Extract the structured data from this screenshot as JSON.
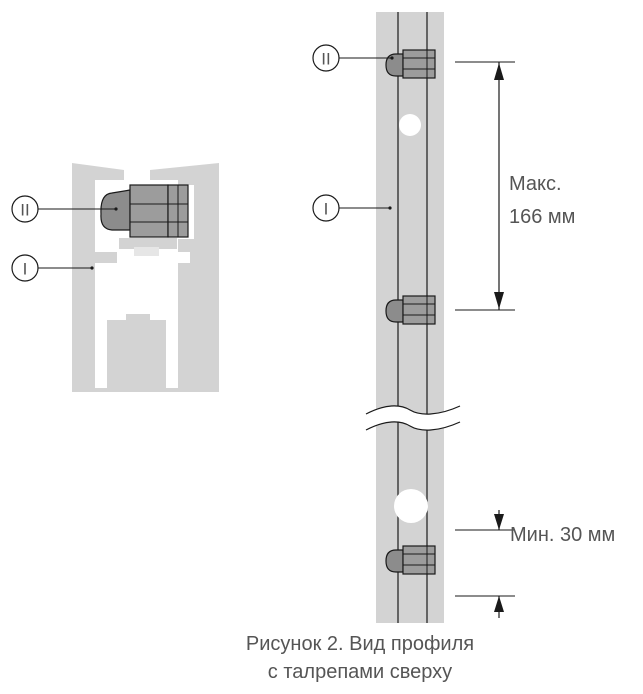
{
  "figure": {
    "callouts": {
      "part_one": "I",
      "part_two": "II"
    },
    "dimensions": {
      "max_line1": "Макс.",
      "max_line2": "166 мм",
      "min": "Мин. 30 мм"
    },
    "caption": {
      "line1": "Рисунок 2. Вид профиля",
      "line2": "с талрепами сверху"
    },
    "colors": {
      "profile": "#d3d3d3",
      "clip": "#8c8c8c",
      "clip_light": "#a8a8a8",
      "line": "#1a1a1a",
      "text": "#555555"
    }
  }
}
